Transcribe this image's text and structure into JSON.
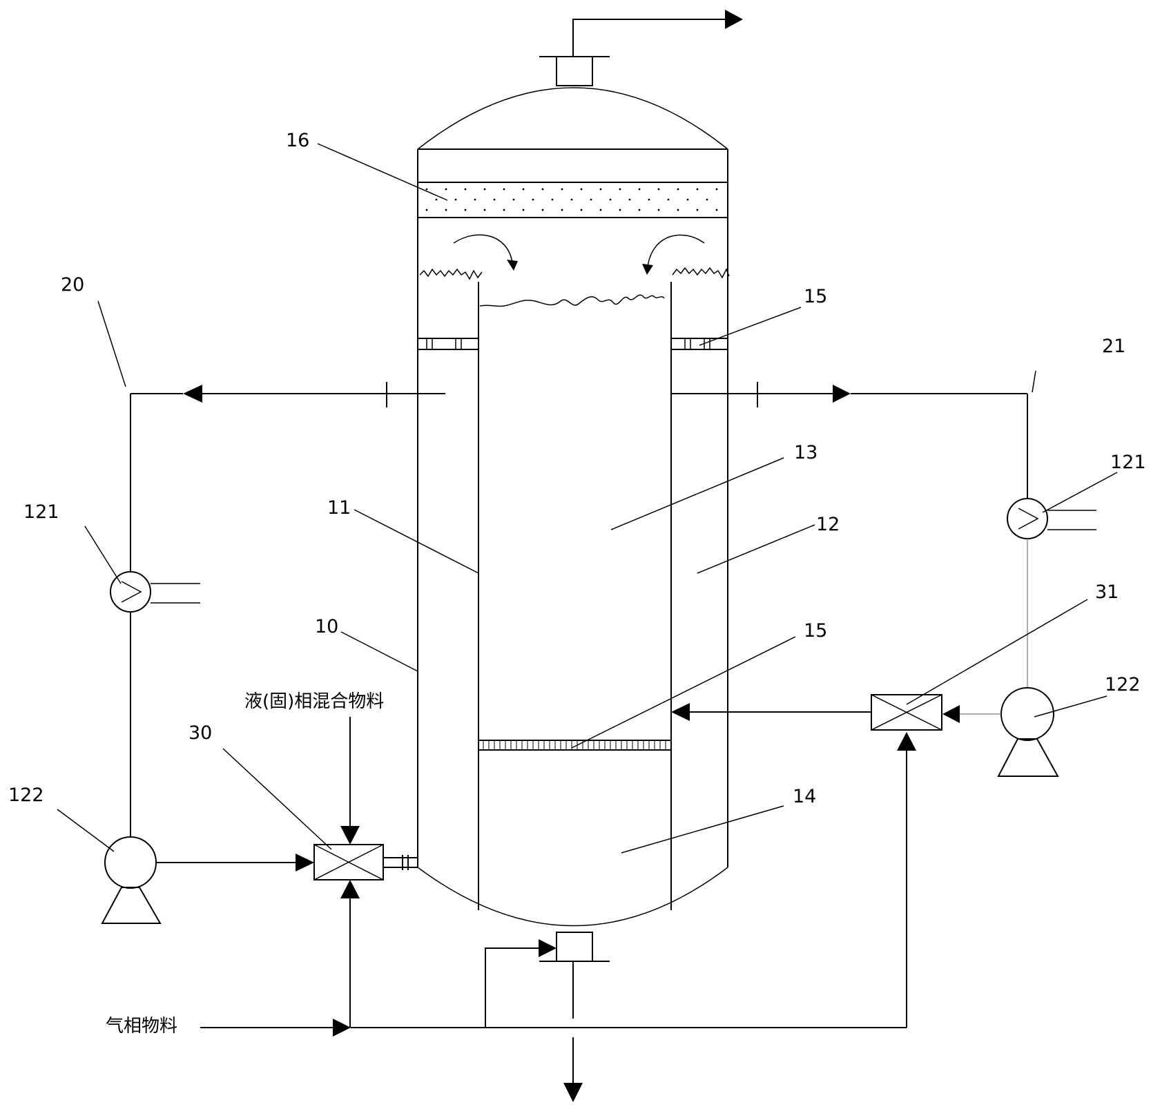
{
  "labels": {
    "l16": "16",
    "l15a": "15",
    "l20": "20",
    "l21": "21",
    "l13": "13",
    "l121a": "121",
    "l121b": "121",
    "l11": "11",
    "l12": "12",
    "l31": "31",
    "l10": "10",
    "l15b": "15",
    "l122a": "122",
    "l122b": "122",
    "l30": "30",
    "l14": "14"
  },
  "text": {
    "liquid_feed": "液(固)相混合物料",
    "gas_feed": "气相物料"
  }
}
